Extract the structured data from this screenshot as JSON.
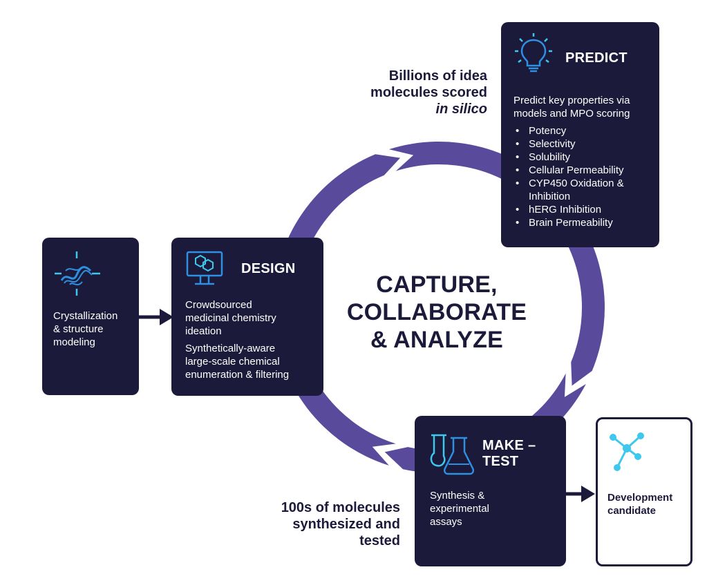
{
  "center": {
    "line1": "CAPTURE,",
    "line2": "COLLABORATE",
    "line3": "& ANALYZE"
  },
  "callout_top": {
    "line1": "Billions of idea",
    "line2": "molecules scored",
    "line3": "in silico"
  },
  "callout_bottom": {
    "line1": "100s of molecules",
    "line2": "synthesized and",
    "line3": "tested"
  },
  "crystal": {
    "text_lines": [
      "Crystallization",
      "& structure",
      "modeling"
    ]
  },
  "design": {
    "title": "DESIGN",
    "para1_lines": [
      "Crowdsourced",
      "medicinal chemistry",
      "ideation"
    ],
    "para2_lines": [
      "Synthetically-aware",
      "large-scale chemical",
      "enumeration & filtering"
    ]
  },
  "predict": {
    "title": "PREDICT",
    "intro_lines": [
      "Predict key properties via",
      "models and MPO scoring"
    ],
    "properties": [
      "Potency",
      "Selectivity",
      "Solubility",
      "Cellular Permeability",
      "CYP450 Oxidation &",
      "Inhibition",
      "hERG Inhibition",
      "Brain Permeability"
    ]
  },
  "make_test": {
    "title_line1": "MAKE –",
    "title_line2": "TEST",
    "body_lines": [
      "Synthesis &",
      "experimental",
      "assays"
    ]
  },
  "candidate": {
    "line1": "Development",
    "line2": "candidate"
  },
  "colors": {
    "dark_navy": "#1c1a3a",
    "cycle_purple": "#5a4a9c",
    "icon_blue": "#2f8fe0",
    "icon_cyan": "#3ec8ee"
  }
}
